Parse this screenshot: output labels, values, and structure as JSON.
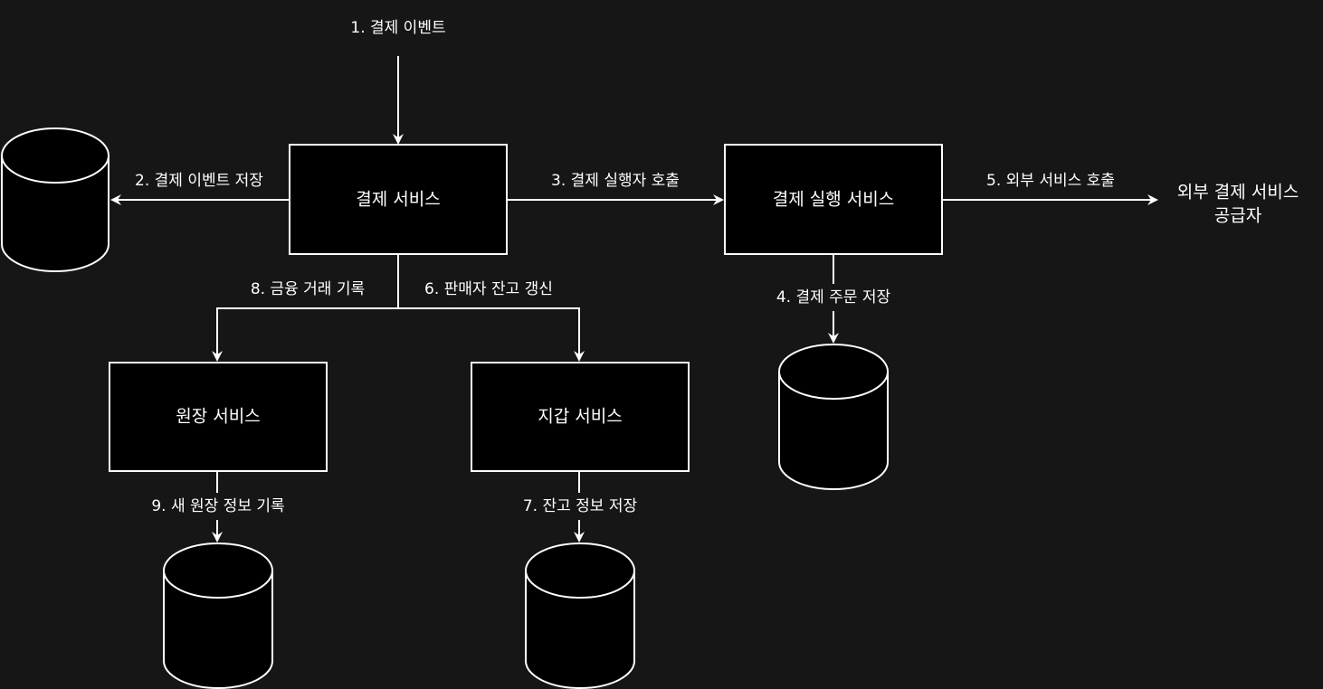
{
  "nodes": {
    "payment_service": "결제 서비스",
    "payment_executor": "결제 실행 서비스",
    "ledger_service": "원장 서비스",
    "wallet_service": "지갑 서비스",
    "external_psp_line1": "외부 결제 서비스",
    "external_psp_line2": "공급자"
  },
  "edges": {
    "e1_payment_event": "1. 결제 이벤트",
    "e2_store_event": "2. 결제 이벤트 저장",
    "e3_call_executor": "3. 결제 실행자 호출",
    "e4_store_order": "4. 결제 주문 저장",
    "e5_call_external": "5. 외부 서비스 호출",
    "e6_update_balance": "6. 판매자 잔고 갱신",
    "e7_store_balance": "7. 잔고 정보 저장",
    "e8_record_finance": "8. 금융 거래 기록",
    "e9_record_ledger": "9. 새 원장 정보 기록"
  }
}
